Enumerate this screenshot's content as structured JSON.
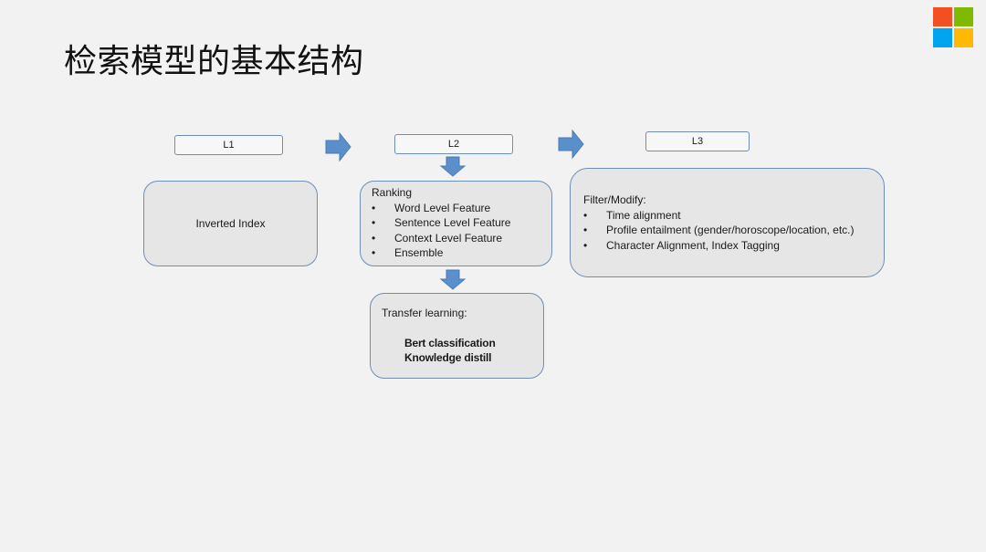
{
  "slide": {
    "title": "检索模型的基本结构"
  },
  "columns": {
    "l1": {
      "label": "L1",
      "card_text": "Inverted Index"
    },
    "l2": {
      "label": "L2",
      "card_heading": "Ranking",
      "card_items": [
        "Word Level Feature",
        "Sentence Level Feature",
        "Context Level Feature",
        "Ensemble"
      ],
      "transfer": {
        "heading": "Transfer learning:",
        "lines": [
          "Bert classification",
          "Knowledge distill"
        ]
      }
    },
    "l3": {
      "label": "L3",
      "card_heading": "Filter/Modify:",
      "card_items": [
        "Time alignment",
        "Profile entailment (gender/horoscope/location, etc.)",
        "Character Alignment, Index Tagging"
      ]
    }
  },
  "colors": {
    "arrow_fill": "#5b8fcc",
    "arrow_stroke": "#4a7bb5",
    "border": "#6f8eb5",
    "card_bg": "#e6e6e6",
    "logo": [
      "#f25022",
      "#7fba00",
      "#00a4ef",
      "#ffb900"
    ]
  },
  "icons": {
    "logo": "microsoft-logo-icon",
    "arrows": [
      "right-arrow-icon",
      "down-arrow-icon"
    ]
  }
}
